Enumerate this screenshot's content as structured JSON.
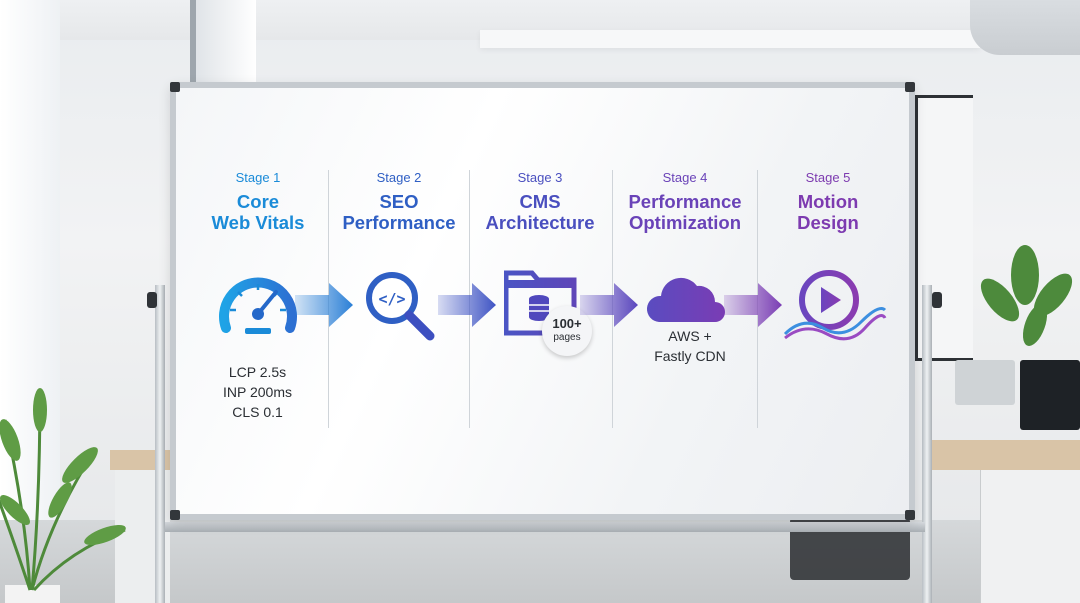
{
  "stages": [
    {
      "label": "Stage 1",
      "title_line1": "Core",
      "title_line2": "Web Vitals",
      "color": "#1a8bd8",
      "icon": "speedometer-icon"
    },
    {
      "label": "Stage 2",
      "title_line1": "SEO",
      "title_line2": "Performance",
      "color": "#2f5fc4",
      "icon": "code-search-icon"
    },
    {
      "label": "Stage 3",
      "title_line1": "CMS",
      "title_line2": "Architecture",
      "color": "#4a4fbf",
      "icon": "folder-database-icon"
    },
    {
      "label": "Stage 4",
      "title_line1": "Performance",
      "title_line2": "Optimization",
      "color": "#6a43b8",
      "icon": "cloud-icon"
    },
    {
      "label": "Stage 5",
      "title_line1": "Motion",
      "title_line2": "Design",
      "color": "#7d3bb0",
      "icon": "play-wave-icon"
    }
  ],
  "metrics": {
    "lcp": "LCP 2.5s",
    "inp": "INP 200ms",
    "cls": "CLS 0.1"
  },
  "cms_badge": {
    "count": "100+",
    "unit": "pages"
  },
  "cdn": {
    "line1": "AWS +",
    "line2": "Fastly CDN"
  }
}
